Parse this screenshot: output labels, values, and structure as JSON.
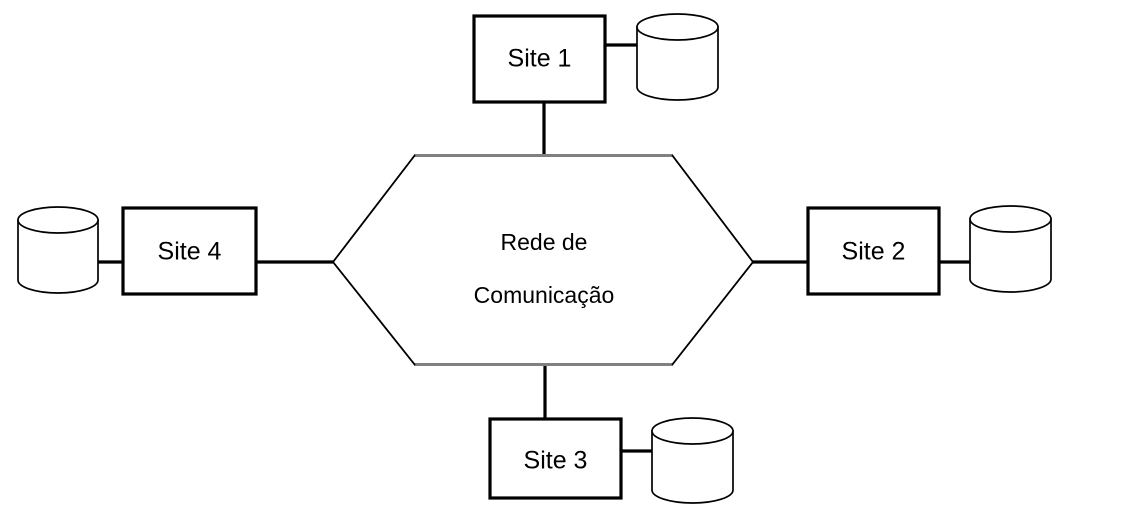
{
  "diagram": {
    "title": "Rede de Comunicacao - distributed sites topology",
    "background_color": "#ffffff",
    "stroke_color": "#000000",
    "flat_edge_color": "#808080",
    "center": {
      "name": "communication-network",
      "shape": "hexagon",
      "label_line_1": "Rede de",
      "label_line_2": "Comunicação"
    },
    "nodes": [
      {
        "id": "site1",
        "label": "Site 1",
        "position": "top",
        "database_side": "right",
        "database_label": ""
      },
      {
        "id": "site2",
        "label": "Site 2",
        "position": "right",
        "database_side": "right",
        "database_label": ""
      },
      {
        "id": "site3",
        "label": "Site 3",
        "position": "bottom",
        "database_side": "right",
        "database_label": ""
      },
      {
        "id": "site4",
        "label": "Site 4",
        "position": "left",
        "database_side": "left",
        "database_label": ""
      }
    ],
    "links": [
      {
        "from": "site1",
        "to": "communication-network"
      },
      {
        "from": "site2",
        "to": "communication-network"
      },
      {
        "from": "site3",
        "to": "communication-network"
      },
      {
        "from": "site4",
        "to": "communication-network"
      }
    ]
  }
}
